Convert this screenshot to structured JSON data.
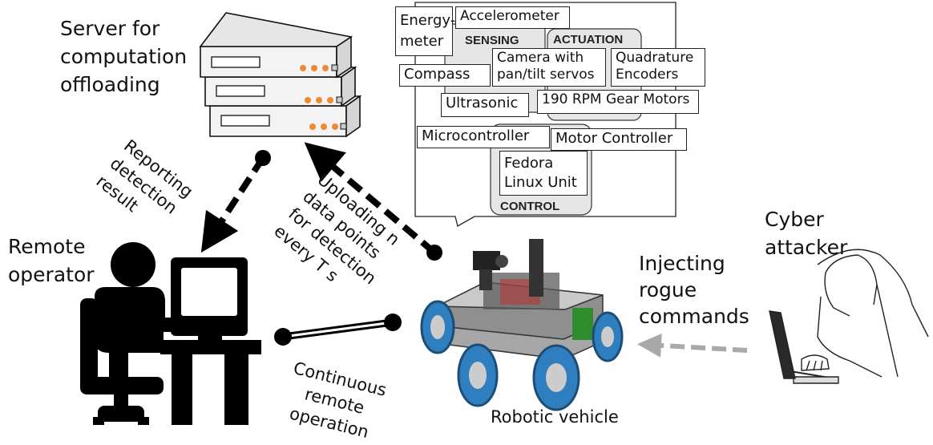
{
  "labels": {
    "server": [
      "Server for",
      "computation",
      "offloading"
    ],
    "remote_operator": [
      "Remote",
      "operator"
    ],
    "reporting": [
      "Reporting",
      "detection",
      "result"
    ],
    "uploading": [
      "Uploading n",
      "data points",
      "for detection",
      "every T s"
    ],
    "continuous": [
      "Continuous",
      "remote",
      "operation"
    ],
    "robotic_vehicle": "Robotic vehicle",
    "cyber_attacker": [
      "Cyber",
      "attacker"
    ],
    "injecting": [
      "Injecting",
      "rogue",
      "commands"
    ]
  },
  "components": {
    "energy_meter": [
      "Energy-",
      "meter"
    ],
    "accelerometer": "Accelerometer",
    "sensing": "SENSING",
    "actuation": "ACTUATION",
    "camera": [
      "Camera with",
      "pan/tilt servos"
    ],
    "quadrature": [
      "Quadrature",
      "Encoders"
    ],
    "compass": "Compass",
    "ultrasonic": "Ultrasonic",
    "gear_motors": "190 RPM Gear Motors",
    "microcontroller": "Microcontroller",
    "motor_controller": "Motor Controller",
    "fedora": [
      "Fedora",
      "Linux Unit"
    ],
    "control": "CONTROL"
  },
  "colors": {
    "ink": "#000000",
    "group_fill": "#e6e6e6",
    "wheel_blue": "#2f7fc0",
    "server_body": "#f2f2f2",
    "server_led": "#f08a30",
    "attack_arrow": "#a9a9a9"
  }
}
